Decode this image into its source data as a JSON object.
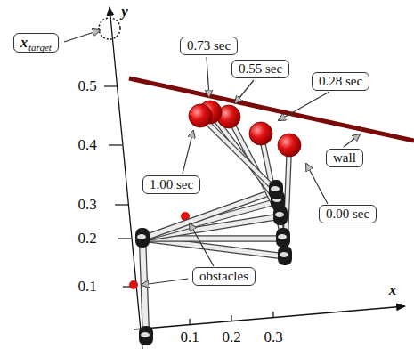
{
  "diagram": {
    "nodes": [
      {
        "text": [
          "x",
          "target"
        ]
      },
      {
        "text": [
          "0.73 sec"
        ]
      },
      {
        "text": [
          "0.55 sec"
        ]
      },
      {
        "text": [
          "0.28 sec"
        ]
      },
      {
        "text": [
          "wall"
        ]
      },
      {
        "text": [
          "1.00 sec"
        ]
      },
      {
        "text": [
          "0.00 sec"
        ]
      },
      {
        "text": [
          "obstacles"
        ]
      }
    ],
    "labels": [
      "y",
      "0.5",
      "0.4",
      "0.3",
      "0.2",
      "0.1",
      "x",
      "0.1",
      "0.2",
      "0.3"
    ]
  }
}
